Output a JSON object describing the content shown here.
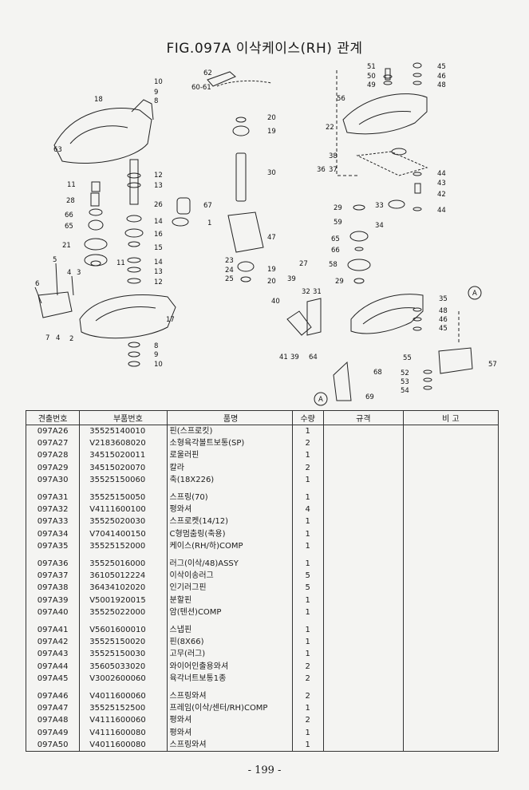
{
  "page": {
    "title": "FIG.097A 이삭케이스(RH) 관계",
    "page_number": "- 199 -"
  },
  "diagram": {
    "callouts": [
      "10",
      "9",
      "8",
      "18",
      "63",
      "11",
      "28",
      "66",
      "65",
      "21",
      "12",
      "13",
      "26",
      "14",
      "16",
      "15",
      "11",
      "14",
      "13",
      "12",
      "67",
      "1",
      "62",
      "60-61",
      "20",
      "19",
      "30",
      "47",
      "27",
      "23",
      "24",
      "25",
      "19",
      "20",
      "5",
      "6",
      "4",
      "3",
      "7",
      "4",
      "2",
      "17",
      "8",
      "9",
      "10",
      "39",
      "40",
      "32",
      "31",
      "41",
      "39",
      "64",
      "51",
      "50",
      "49",
      "56",
      "22",
      "38",
      "36",
      "37",
      "45",
      "46",
      "48",
      "44",
      "43",
      "42",
      "44",
      "33",
      "29",
      "59",
      "34",
      "65",
      "66",
      "58",
      "29",
      "35",
      "48",
      "46",
      "45",
      "A",
      "55",
      "57",
      "52",
      "53",
      "54",
      "68",
      "A",
      "69"
    ]
  },
  "table": {
    "headers": [
      "견출번호",
      "부품번호",
      "품명",
      "수량",
      "규격",
      "비 고"
    ],
    "groups": [
      [
        {
          "no": "097A26",
          "part": "35525140010",
          "name": "핀(스프로킷)",
          "qty": "1"
        },
        {
          "no": "097A27",
          "part": "V2183608020",
          "name": "소형육각볼트보통(SP)",
          "qty": "2"
        },
        {
          "no": "097A28",
          "part": "34515020011",
          "name": "로울러핀",
          "qty": "1"
        },
        {
          "no": "097A29",
          "part": "34515020070",
          "name": "칼라",
          "qty": "2"
        },
        {
          "no": "097A30",
          "part": "35525150060",
          "name": "축(18X226)",
          "qty": "1"
        }
      ],
      [
        {
          "no": "097A31",
          "part": "35525150050",
          "name": "스프링(70)",
          "qty": "1"
        },
        {
          "no": "097A32",
          "part": "V4111600100",
          "name": "평와셔",
          "qty": "4"
        },
        {
          "no": "097A33",
          "part": "35525020030",
          "name": "스프로켓(14/12)",
          "qty": "1"
        },
        {
          "no": "097A34",
          "part": "V7041400150",
          "name": "C형멈춤링(축용)",
          "qty": "1"
        },
        {
          "no": "097A35",
          "part": "35525152000",
          "name": "케이스(RH/하)COMP",
          "qty": "1"
        }
      ],
      [
        {
          "no": "097A36",
          "part": "35525016000",
          "name": "러그(이삭/48)ASSY",
          "qty": "1"
        },
        {
          "no": "097A37",
          "part": "36105012224",
          "name": "이삭이송러그",
          "qty": "5"
        },
        {
          "no": "097A38",
          "part": "36434102020",
          "name": "인기러그핀",
          "qty": "5"
        },
        {
          "no": "097A39",
          "part": "V5001920015",
          "name": "분할핀",
          "qty": "1"
        },
        {
          "no": "097A40",
          "part": "35525022000",
          "name": "암(텐션)COMP",
          "qty": "1"
        }
      ],
      [
        {
          "no": "097A41",
          "part": "V5601600010",
          "name": "스냅핀",
          "qty": "1"
        },
        {
          "no": "097A42",
          "part": "35525150020",
          "name": "핀(8X66)",
          "qty": "1"
        },
        {
          "no": "097A43",
          "part": "35525150030",
          "name": "고무(러그)",
          "qty": "1"
        },
        {
          "no": "097A44",
          "part": "35605033020",
          "name": "와이어인출용와셔",
          "qty": "2"
        },
        {
          "no": "097A45",
          "part": "V3002600060",
          "name": "육각너트보통1종",
          "qty": "2"
        }
      ],
      [
        {
          "no": "097A46",
          "part": "V4011600060",
          "name": "스프링와셔",
          "qty": "2"
        },
        {
          "no": "097A47",
          "part": "35525152500",
          "name": "프레임(이삭/센터/RH)COMP",
          "qty": "1"
        },
        {
          "no": "097A48",
          "part": "V4111600060",
          "name": "평와셔",
          "qty": "2"
        },
        {
          "no": "097A49",
          "part": "V4111600080",
          "name": "평와셔",
          "qty": "1"
        },
        {
          "no": "097A50",
          "part": "V4011600080",
          "name": "스프링와셔",
          "qty": "1"
        }
      ]
    ]
  }
}
